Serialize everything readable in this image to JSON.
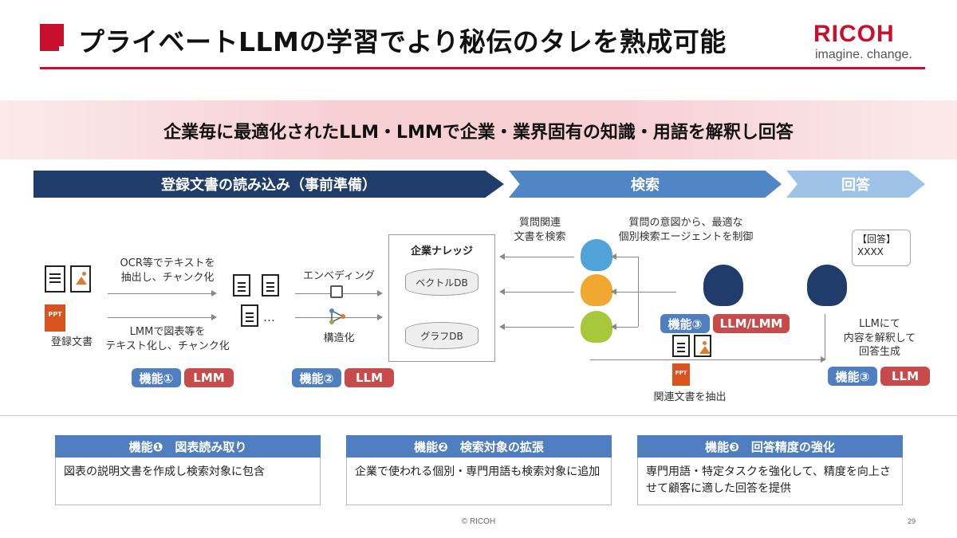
{
  "title": "プライベートLLMの学習でより秘伝のタレを熟成可能",
  "logo": {
    "word": "RICOH",
    "tagline": "imagine. change."
  },
  "banner": "企業毎に最適化されたLLM・LMMで企業・業界固有の知識・用語を解釈し回答",
  "phases": [
    {
      "label": "登録文書の読み込み（事前準備）"
    },
    {
      "label": "検索"
    },
    {
      "label": "回答"
    }
  ],
  "flow": {
    "source_label": "登録文書",
    "ppt_label": "PPT",
    "ocr_text": "OCR等でテキストを\n抽出し、チャンク化",
    "lmm_text": "LMMで図表等を\nテキスト化し、チャンク化",
    "ellipsis": "…",
    "embedding": "エンベディング",
    "structuring": "構造化",
    "knowledge_title": "企業ナレッジ",
    "vector_db": "ベクトルDB",
    "graph_db": "グラフDB",
    "search_related": "質問関連\n文書を検索",
    "intent_text": "質問の意図から、最適な\n個別検索エージェントを制御",
    "extract_text": "関連文書を抽出",
    "answer_bubble": "【回答】\nXXXX",
    "answer_text": "LLMにて\n内容を解釈して\n回答生成"
  },
  "badges": {
    "f1": "機能①",
    "f1_model": "LMM",
    "f2": "機能②",
    "f2_model": "LLM",
    "f3a": "機能③",
    "f3a_model": "LLM/LMM",
    "f3b": "機能③",
    "f3b_model": "LLM"
  },
  "features": [
    {
      "title": "機能❶　図表読み取り",
      "body": "図表の説明文書を作成し検索対象に包含"
    },
    {
      "title": "機能❷　検索対象の拡張",
      "body": "企業で使われる個別・専門用語も検索対象に追加"
    },
    {
      "title": "機能❸　回答精度の強化",
      "body": "専門用語・特定タスクを強化して、精度を向上させて顧客に適した回答を提供"
    }
  ],
  "footer": {
    "copyright": "© RICOH",
    "page": "29"
  },
  "colors": {
    "brand_red": "#c8102e",
    "dark_blue": "#1f3c6b",
    "mid_blue": "#4f86c6",
    "light_blue": "#9fc3e8",
    "badge_blue": "#4f7fc0",
    "badge_red": "#c74b4b"
  },
  "icons": [
    "document-icon",
    "image-icon",
    "ppt-icon",
    "chip-icon",
    "graph-icon",
    "ai-head-icon",
    "search-icon"
  ]
}
